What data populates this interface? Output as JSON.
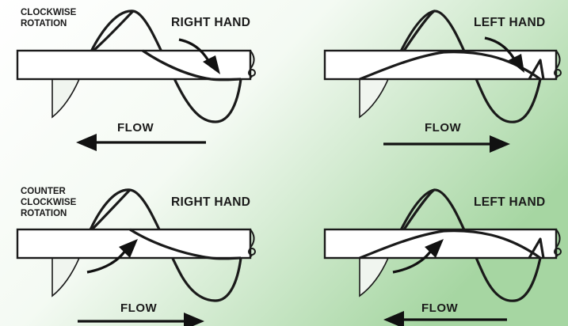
{
  "panels": [
    {
      "rotation_label": [
        "CLOCKWISE",
        "ROTATION"
      ],
      "hand_label": "RIGHT HAND",
      "flow_label": "FLOW",
      "flow_direction": "left"
    },
    {
      "rotation_label": [],
      "hand_label": "LEFT HAND",
      "flow_label": "FLOW",
      "flow_direction": "right"
    },
    {
      "rotation_label": [
        "COUNTER",
        "CLOCKWISE",
        "ROTATION"
      ],
      "hand_label": "RIGHT HAND",
      "flow_label": "FLOW",
      "flow_direction": "right"
    },
    {
      "rotation_label": [],
      "hand_label": "LEFT HAND",
      "flow_label": "FLOW",
      "flow_direction": "left"
    }
  ],
  "colors": {
    "background_light": "#ffffff",
    "background_tint": "#9fd39b",
    "ink": "#1a1a1a"
  }
}
